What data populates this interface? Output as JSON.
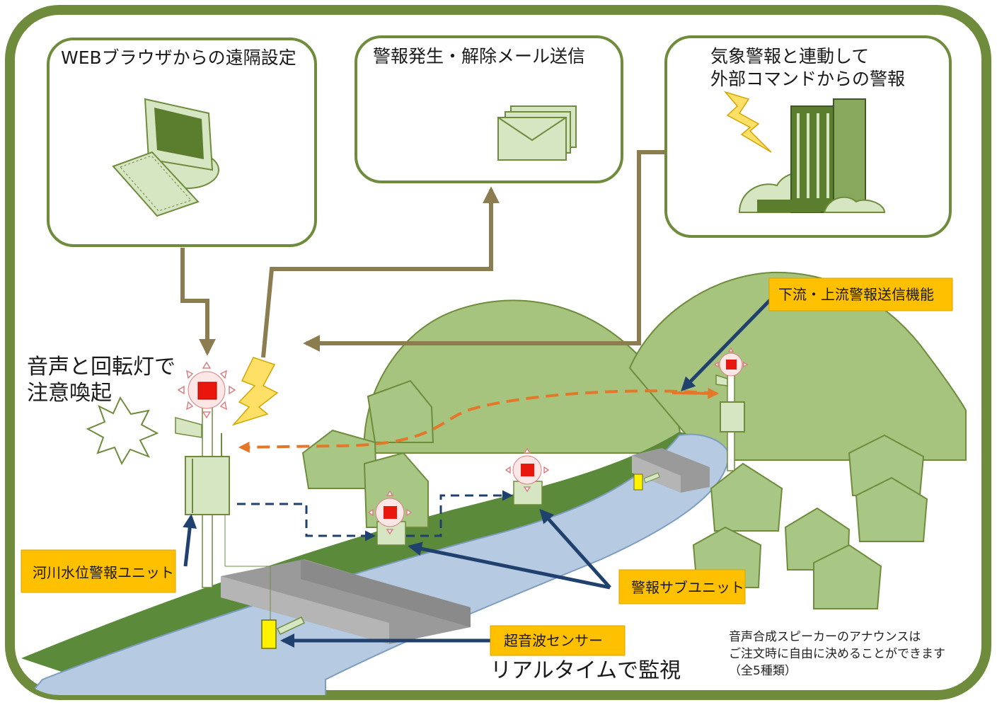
{
  "colors": {
    "frame": "#6e8c3c",
    "hill": "#a7c47e",
    "hill_stroke": "#6e8c3c",
    "house": "#a9c784",
    "river": "#b6cbe1",
    "bank": "#5b8a3a",
    "arrow_brown": "#8b7d4f",
    "arrow_blue": "#20406e",
    "dash_orange": "#e5772b",
    "label_bg": "#ffc000",
    "lamp": "#e8160c"
  },
  "boxes": {
    "web": "WEBブラウザからの遠隔設定",
    "mail": "警報発生・解除メール送信",
    "weather_line1": "気象警報と連動して",
    "weather_line2": "外部コマンドからの警報"
  },
  "callouts": {
    "voice_line1": "音声と回転灯で",
    "voice_line2": "注意喚起",
    "realtime": "リアルタイムで監視"
  },
  "labels": {
    "unit": "河川水位警報ユニット",
    "sub_unit": "警報サブユニット",
    "sensor": "超音波センサー",
    "downstream": "下流・上流警報送信機能"
  },
  "note": {
    "line1": "音声合成スピーカーのアナウンスは",
    "line2": "ご注文時に自由に決めることができます",
    "line3": "（全5種類）"
  },
  "icons": [
    "computer-icon",
    "envelope-icon",
    "building-icon",
    "lightning-icon",
    "burst-icon",
    "rotating-light-icon"
  ]
}
